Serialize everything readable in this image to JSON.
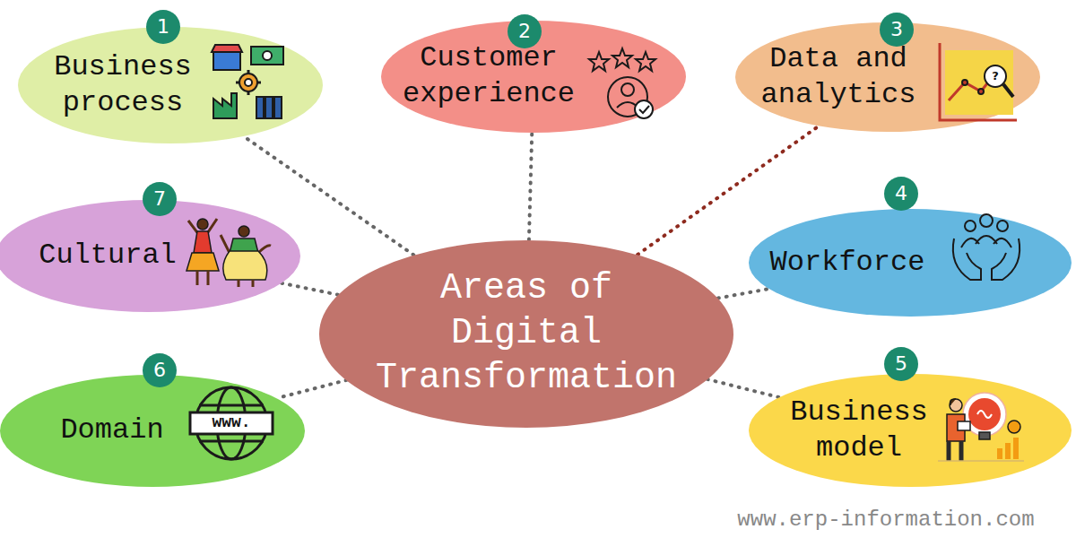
{
  "diagram": {
    "nodes": [
      {
        "text": [
          "Areas of Digital Transformation"
        ]
      },
      {
        "text": [
          "Business process"
        ]
      },
      {
        "text": [
          "Customer experience"
        ]
      },
      {
        "text": [
          "Data and analytics"
        ]
      },
      {
        "text": [
          "Workforce"
        ]
      },
      {
        "text": [
          "Business model"
        ]
      },
      {
        "text": [
          "Domain"
        ]
      },
      {
        "text": [
          "Cultural"
        ]
      }
    ],
    "edges": [
      {
        "from": 0,
        "to": 1,
        "arrow": "none"
      },
      {
        "from": 0,
        "to": 2,
        "arrow": "none"
      },
      {
        "from": 0,
        "to": 3,
        "arrow": "none"
      },
      {
        "from": 0,
        "to": 4,
        "arrow": "none"
      },
      {
        "from": 0,
        "to": 5,
        "arrow": "none"
      },
      {
        "from": 0,
        "to": 6,
        "arrow": "none"
      },
      {
        "from": 0,
        "to": 7,
        "arrow": "none"
      }
    ],
    "labels": [
      "1",
      "2",
      "3",
      "4",
      "5",
      "6",
      "7",
      "www.",
      "?",
      "www.erp-information.com"
    ]
  }
}
